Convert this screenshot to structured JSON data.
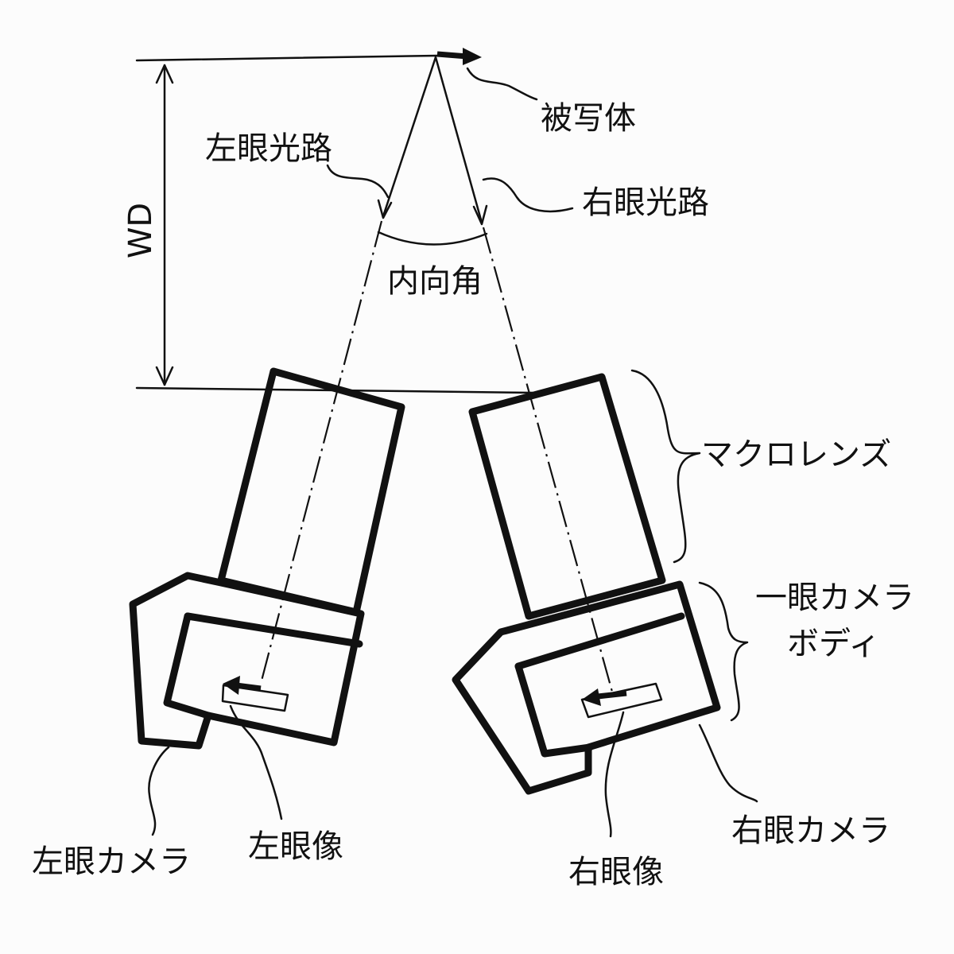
{
  "labels": {
    "subject": "被写体",
    "left_path": "左眼光路",
    "right_path": "右眼光路",
    "wd": "WD",
    "convergence_angle": "内向角",
    "macro_lens": "マクロレンズ",
    "camera_body_line1": "一眼カメラ",
    "camera_body_line2": "ボディ",
    "left_camera": "左眼カメラ",
    "left_image": "左眼像",
    "right_image": "右眼像",
    "right_camera": "右眼カメラ"
  }
}
